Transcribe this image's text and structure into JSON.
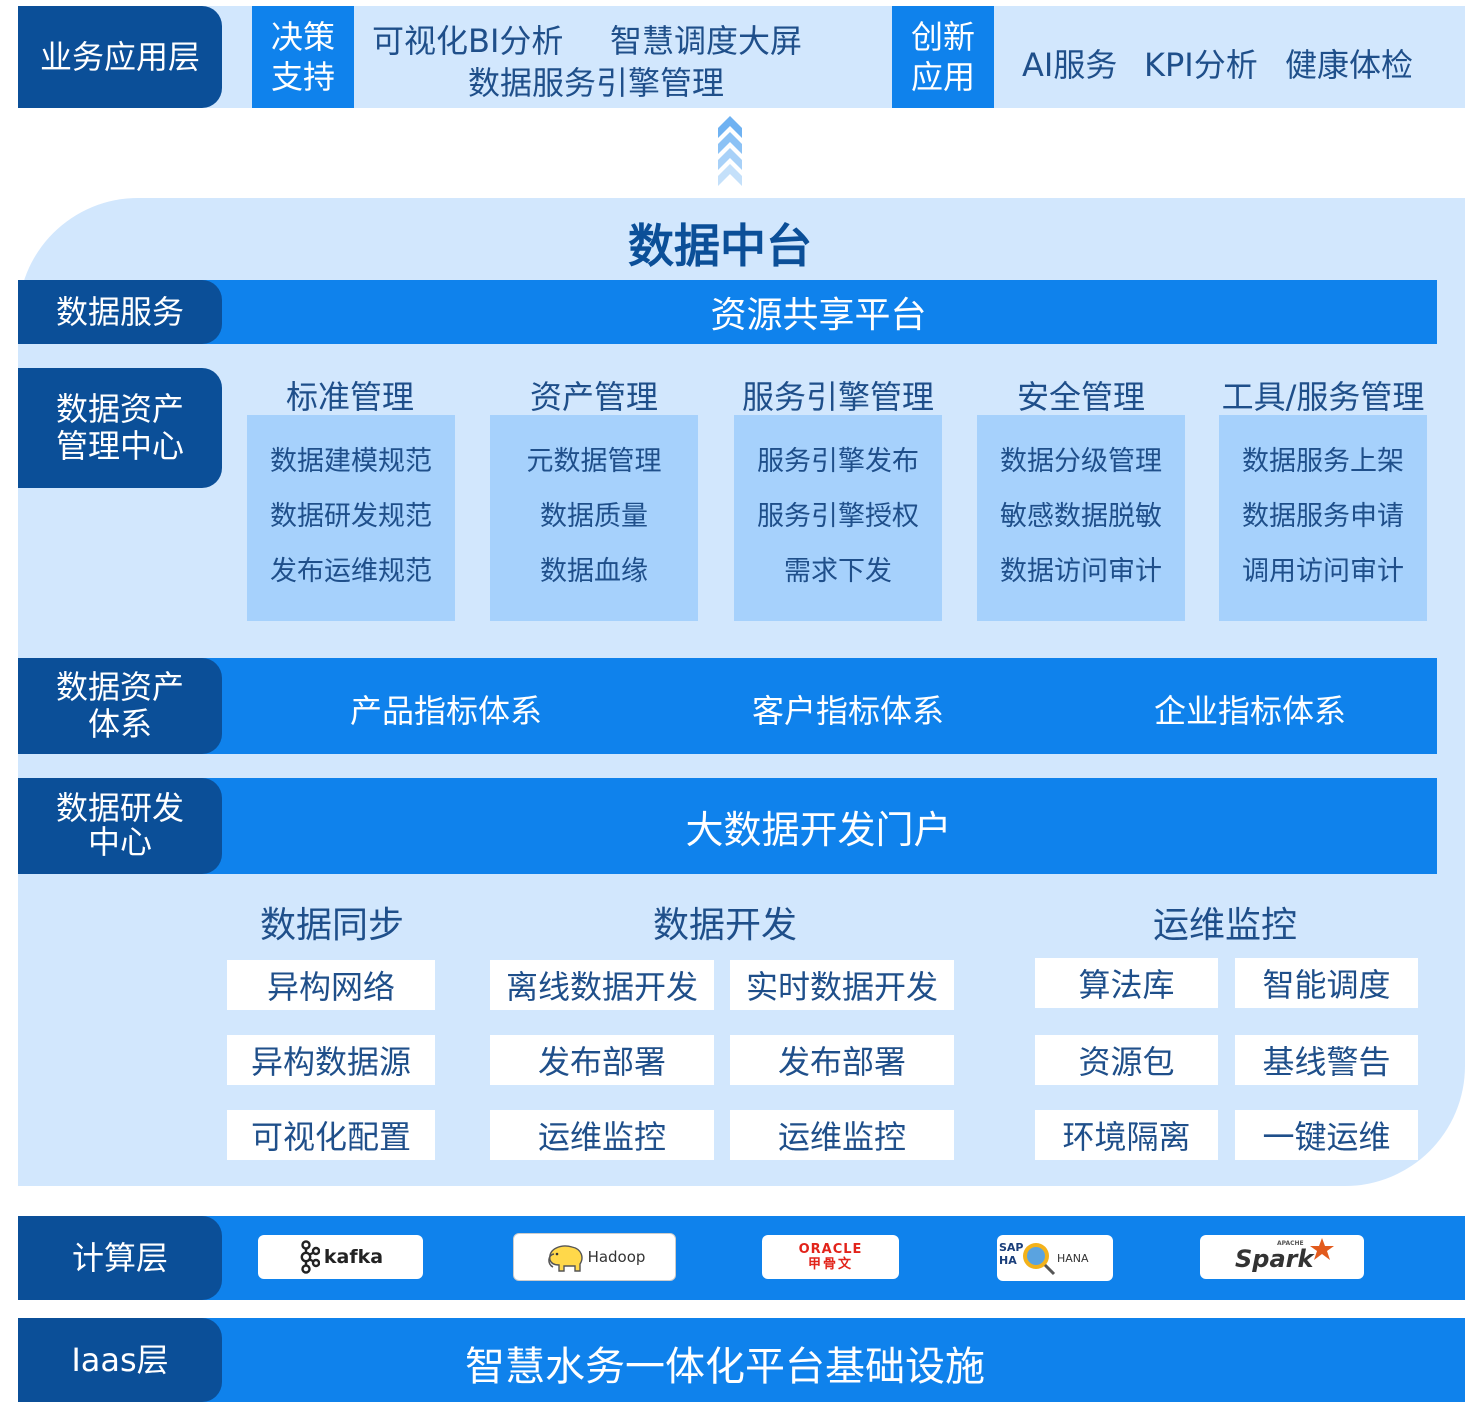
{
  "top": {
    "layer_label": "业务应用层",
    "decision_tag": "决策\n支持",
    "decision_items_row1": [
      "可视化BI分析",
      "智慧调度大屏"
    ],
    "decision_items_row2": "数据服务引擎管理",
    "innovation_tag": "创新\n应用",
    "innovation_items": [
      "AI服务",
      "KPI分析",
      "健康体检"
    ]
  },
  "platform": {
    "title": "数据中台",
    "service": {
      "label": "数据服务",
      "bar": "资源共享平台"
    },
    "asset_center": {
      "label": "数据资产\n管理中心",
      "columns": [
        {
          "title": "标准管理",
          "items": [
            "数据建模规范",
            "数据研发规范",
            "发布运维规范"
          ]
        },
        {
          "title": "资产管理",
          "items": [
            "元数据管理",
            "数据质量",
            "数据血缘"
          ]
        },
        {
          "title": "服务引擎管理",
          "items": [
            "服务引擎发布",
            "服务引擎授权",
            "需求下发"
          ]
        },
        {
          "title": "安全管理",
          "items": [
            "数据分级管理",
            "敏感数据脱敏",
            "数据访问审计"
          ]
        },
        {
          "title": "工具/服务管理",
          "items": [
            "数据服务上架",
            "数据服务申请",
            "调用访问审计"
          ]
        }
      ]
    },
    "asset_system": {
      "label": "数据资产\n体系",
      "items": [
        "产品指标体系",
        "客户指标体系",
        "企业指标体系"
      ]
    },
    "rnd": {
      "label": "数据研发\n中心",
      "bar": "大数据开发门户",
      "groups": [
        {
          "title": "数据同步",
          "items": [
            "异构网络",
            "异构数据源",
            "可视化配置"
          ]
        },
        {
          "title": "数据开发",
          "items": [
            "离线数据开发",
            "实时数据开发",
            "发布部署",
            "发布部署",
            "运维监控",
            "运维监控"
          ]
        },
        {
          "title": "运维监控",
          "items": [
            "算法库",
            "智能调度",
            "资源包",
            "基线警告",
            "环境隔离",
            "一键运维"
          ]
        }
      ]
    }
  },
  "compute": {
    "label": "计算层",
    "logos": [
      {
        "name": "kafka",
        "text": "kafka",
        "icon": "kafka-icon"
      },
      {
        "name": "hadoop",
        "text": "Hadoop",
        "icon": "hadoop-elephant-icon"
      },
      {
        "name": "oracle",
        "text": "ORACLE",
        "subtext": "甲骨文",
        "color": "#e2231a"
      },
      {
        "name": "saphana",
        "text_a": "SAP",
        "text_b": "HA",
        "text_c": "HANA"
      },
      {
        "name": "spark",
        "text_a": "APACHE",
        "text_b": "Spark",
        "color": "#e25a1c"
      }
    ]
  },
  "iaas": {
    "label": "Iaas层",
    "bar": "智慧水务一体化平台基础设施"
  },
  "colors": {
    "dark_blue": "#0b4f98",
    "bright_blue": "#0f82ec",
    "light_bg": "#d2e7fd",
    "card": "#a6d1fc",
    "text_blue": "#1f4f8a"
  }
}
